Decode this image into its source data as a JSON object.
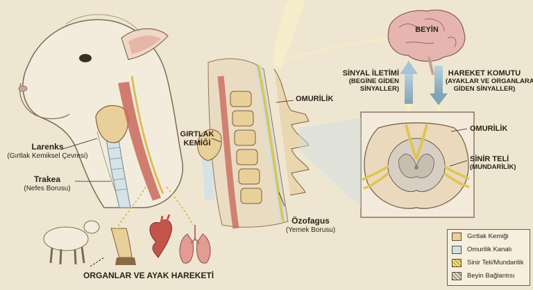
{
  "labels": {
    "larenks": "Larenks",
    "larenks_sub": "(Gırtlak Kemiksel Çevresi)",
    "trakea": "Trakea",
    "trakea_sub": "(Nefes Borusu)",
    "girtlak": "GIRTLAK",
    "girtlak2": "KEMİĞİ",
    "omurilik_top": "OMURİLİK",
    "ozofagus": "Özofagus",
    "ozofagus_sub": "(Yemek Borusu)",
    "organlar": "ORGANLAR VE AYAK HAREKETİ",
    "beyin": "BEYİN",
    "sinyal": "SİNYAL İLETİMİ",
    "sinyal_sub1": "(BEGİNE GİDEN",
    "sinyal_sub2": "SİNYALLER)",
    "hareket": "HAREKET KOMUTU",
    "hareket_sub1": "(AYAKLAR VE ORGANLARA",
    "hareket_sub2": "GİDEN SİNYALLER)",
    "omurilik_right": "OMURİLİK",
    "sinir": "SİNİR TELİ",
    "sinir_sub": "(MUNDARİLİK)"
  },
  "legend": [
    {
      "label": "Gırtlak Kemiği",
      "color": "#e9cf9a"
    },
    {
      "label": "Omurilik Kanalı",
      "color": "#cfe0e6"
    },
    {
      "label": "Sinir Teli/Mundarilik",
      "color": "#efd77a"
    },
    {
      "label": "Beyin Bağlantısı",
      "color": "#d9d2c8"
    }
  ],
  "colors": {
    "background": "#efe6d2",
    "bone": "#e9cf9a",
    "canal": "#cfe0e6",
    "nerve": "#efd77a",
    "muscle": "#c96a5c",
    "brain": "#e6b5b0"
  }
}
